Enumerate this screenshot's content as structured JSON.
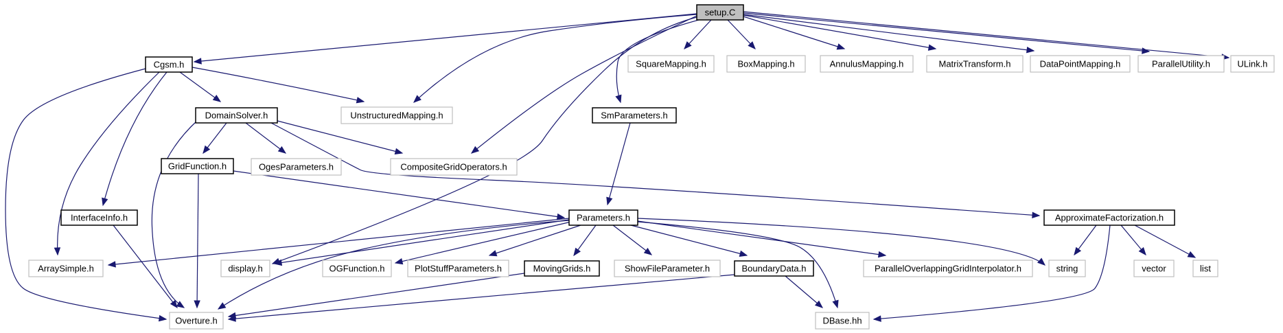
{
  "graph": {
    "edge_color": "#191970",
    "root_fill": "#bfbfbf",
    "linked_border": "#000000",
    "external_border": "#bfbfbf",
    "nodes": [
      {
        "id": "setup",
        "label": "setup.C",
        "kind": "root"
      },
      {
        "id": "cgsm",
        "label": "Cgsm.h",
        "kind": "ref"
      },
      {
        "id": "square",
        "label": "SquareMapping.h",
        "kind": "ext"
      },
      {
        "id": "box",
        "label": "BoxMapping.h",
        "kind": "ext"
      },
      {
        "id": "annulus",
        "label": "AnnulusMapping.h",
        "kind": "ext"
      },
      {
        "id": "matrix",
        "label": "MatrixTransform.h",
        "kind": "ext"
      },
      {
        "id": "datapoint",
        "label": "DataPointMapping.h",
        "kind": "ext"
      },
      {
        "id": "parutil",
        "label": "ParallelUtility.h",
        "kind": "ext"
      },
      {
        "id": "ulink",
        "label": "ULink.h",
        "kind": "ext"
      },
      {
        "id": "unstruct",
        "label": "UnstructuredMapping.h",
        "kind": "ext"
      },
      {
        "id": "domsolver",
        "label": "DomainSolver.h",
        "kind": "ref"
      },
      {
        "id": "smparams",
        "label": "SmParameters.h",
        "kind": "ref"
      },
      {
        "id": "gridfunc",
        "label": "GridFunction.h",
        "kind": "ref"
      },
      {
        "id": "ogesparams",
        "label": "OgesParameters.h",
        "kind": "ext"
      },
      {
        "id": "cgops",
        "label": "CompositeGridOperators.h",
        "kind": "ext"
      },
      {
        "id": "ifaceinfo",
        "label": "InterfaceInfo.h",
        "kind": "ref"
      },
      {
        "id": "params",
        "label": "Parameters.h",
        "kind": "ref"
      },
      {
        "id": "approx",
        "label": "ApproximateFactorization.h",
        "kind": "ref"
      },
      {
        "id": "arraysimple",
        "label": "ArraySimple.h",
        "kind": "ext"
      },
      {
        "id": "display",
        "label": "display.h",
        "kind": "ext"
      },
      {
        "id": "ogfunc",
        "label": "OGFunction.h",
        "kind": "ext"
      },
      {
        "id": "plotstuff",
        "label": "PlotStuffParameters.h",
        "kind": "ext"
      },
      {
        "id": "moving",
        "label": "MovingGrids.h",
        "kind": "ref"
      },
      {
        "id": "showfile",
        "label": "ShowFileParameter.h",
        "kind": "ext"
      },
      {
        "id": "boundary",
        "label": "BoundaryData.h",
        "kind": "ref"
      },
      {
        "id": "pogi",
        "label": "ParallelOverlappingGridInterpolator.h",
        "kind": "ext"
      },
      {
        "id": "string",
        "label": "string",
        "kind": "ext"
      },
      {
        "id": "vector",
        "label": "vector",
        "kind": "ext"
      },
      {
        "id": "list",
        "label": "list",
        "kind": "ext"
      },
      {
        "id": "overture",
        "label": "Overture.h",
        "kind": "ext"
      },
      {
        "id": "dbase",
        "label": "DBase.hh",
        "kind": "ext"
      }
    ],
    "edges": [
      [
        "setup",
        "cgsm"
      ],
      [
        "setup",
        "square"
      ],
      [
        "setup",
        "box"
      ],
      [
        "setup",
        "annulus"
      ],
      [
        "setup",
        "matrix"
      ],
      [
        "setup",
        "datapoint"
      ],
      [
        "setup",
        "parutil"
      ],
      [
        "setup",
        "ulink"
      ],
      [
        "setup",
        "unstruct"
      ],
      [
        "setup",
        "cgops"
      ],
      [
        "setup",
        "display"
      ],
      [
        "setup",
        "smparams"
      ],
      [
        "cgsm",
        "unstruct"
      ],
      [
        "cgsm",
        "domsolver"
      ],
      [
        "cgsm",
        "ifaceinfo"
      ],
      [
        "cgsm",
        "arraysimple"
      ],
      [
        "cgsm",
        "overture"
      ],
      [
        "domsolver",
        "gridfunc"
      ],
      [
        "domsolver",
        "ogesparams"
      ],
      [
        "domsolver",
        "cgops"
      ],
      [
        "domsolver",
        "approx"
      ],
      [
        "domsolver",
        "overture"
      ],
      [
        "gridfunc",
        "params"
      ],
      [
        "gridfunc",
        "overture"
      ],
      [
        "smparams",
        "params"
      ],
      [
        "ifaceinfo",
        "overture"
      ],
      [
        "params",
        "arraysimple"
      ],
      [
        "params",
        "display"
      ],
      [
        "params",
        "ogfunc"
      ],
      [
        "params",
        "plotstuff"
      ],
      [
        "params",
        "moving"
      ],
      [
        "params",
        "showfile"
      ],
      [
        "params",
        "boundary"
      ],
      [
        "params",
        "pogi"
      ],
      [
        "params",
        "string"
      ],
      [
        "params",
        "dbase"
      ],
      [
        "params",
        "overture"
      ],
      [
        "moving",
        "overture"
      ],
      [
        "boundary",
        "overture"
      ],
      [
        "boundary",
        "dbase"
      ],
      [
        "approx",
        "string"
      ],
      [
        "approx",
        "vector"
      ],
      [
        "approx",
        "list"
      ],
      [
        "approx",
        "dbase"
      ]
    ]
  }
}
